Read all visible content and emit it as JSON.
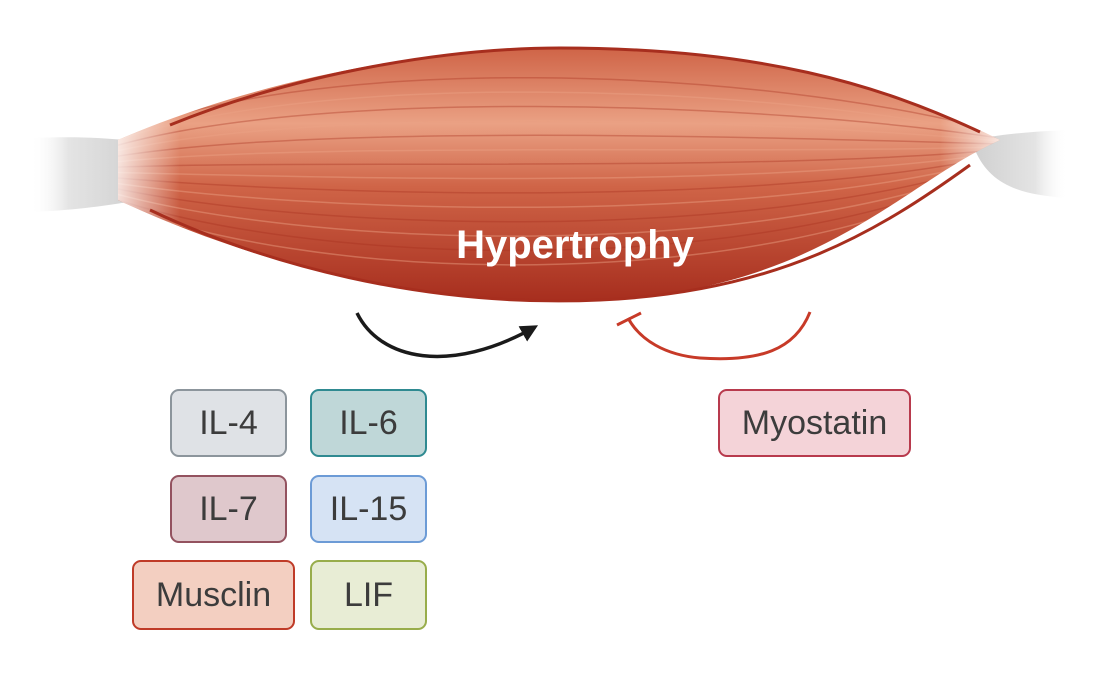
{
  "diagram": {
    "center_label": "Hypertrophy",
    "stimulators": [
      {
        "id": "il4",
        "label": "IL-4",
        "fill": "#dfe2e6",
        "border": "#8c959c"
      },
      {
        "id": "il6",
        "label": "IL-6",
        "fill": "#bfd7d8",
        "border": "#2f8a91"
      },
      {
        "id": "il7",
        "label": "IL-7",
        "fill": "#dfc8cc",
        "border": "#93525f"
      },
      {
        "id": "il15",
        "label": "IL-15",
        "fill": "#d6e3f4",
        "border": "#6c9bd6"
      },
      {
        "id": "musclin",
        "label": "Musclin",
        "fill": "#f3cfc1",
        "border": "#bf3b28"
      },
      {
        "id": "lif",
        "label": "LIF",
        "fill": "#e8edd5",
        "border": "#98ad4b"
      }
    ],
    "inhibitor": {
      "id": "myostatin",
      "label": "Myostatin",
      "fill": "#f4d3d8",
      "border": "#b83a4d"
    },
    "colors": {
      "muscle_dark": "#a72e1e",
      "muscle_mid": "#cf6447",
      "muscle_light": "#eaa184",
      "tendon": "#dcdcdc",
      "stimulation_arrow": "#1a1a1a",
      "inhibition_line": "#c73a28"
    }
  }
}
